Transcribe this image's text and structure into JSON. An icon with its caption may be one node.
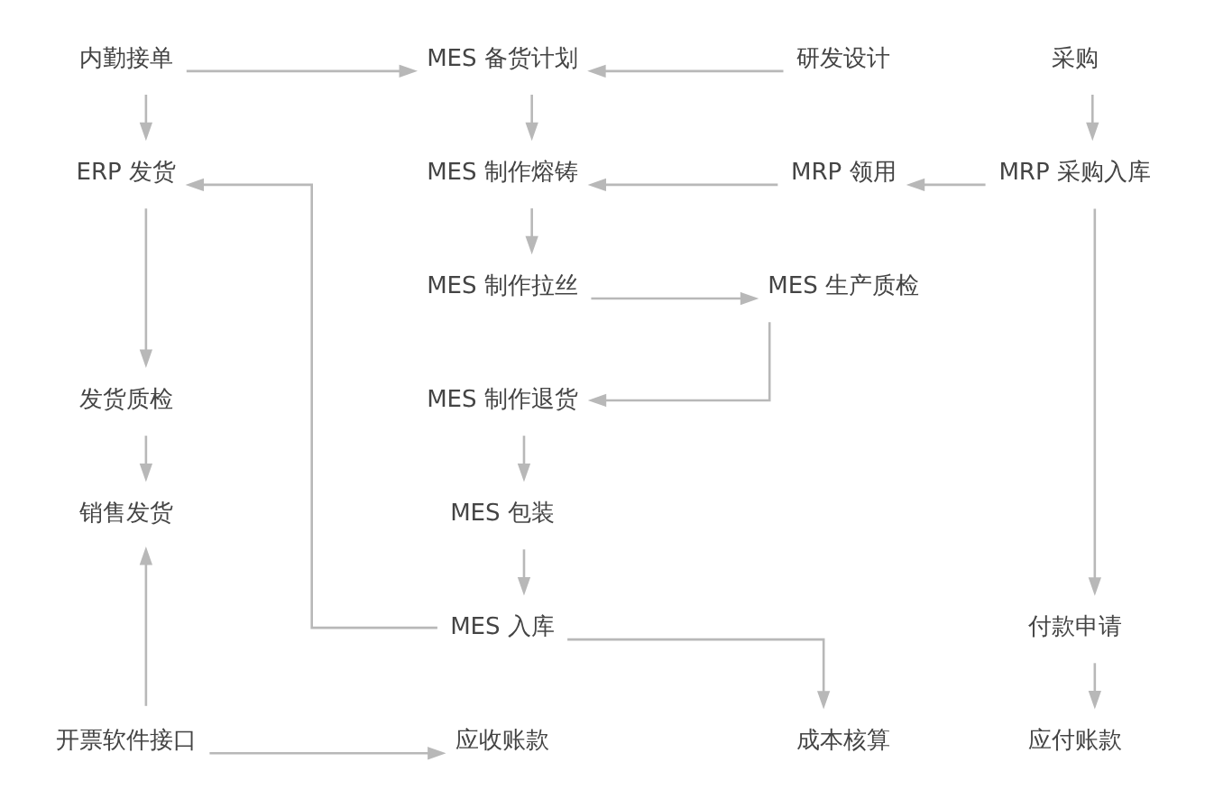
{
  "diagram": {
    "nodes": [
      {
        "text": [
          "内勤接单"
        ]
      },
      {
        "text": [
          "MES 备货计划"
        ]
      },
      {
        "text": [
          "研发设计"
        ]
      },
      {
        "text": [
          "采购"
        ]
      },
      {
        "text": [
          "MES 制作熔铸"
        ]
      },
      {
        "text": [
          "MRP 领用"
        ]
      },
      {
        "text": [
          "MRP 采购入库"
        ]
      },
      {
        "text": [
          "ERP 发货"
        ]
      },
      {
        "text": [
          "MES 制作拉丝"
        ]
      },
      {
        "text": [
          "MES 生产质检"
        ]
      },
      {
        "text": [
          "发货质检"
        ]
      },
      {
        "text": [
          "MES 制作退货"
        ]
      },
      {
        "text": [
          "销售发货"
        ]
      },
      {
        "text": [
          "MES 包装"
        ]
      },
      {
        "text": [
          "MES 入库"
        ]
      },
      {
        "text": [
          "付款申请"
        ]
      },
      {
        "text": [
          "开票软件接口"
        ]
      },
      {
        "text": [
          "应收账款"
        ]
      },
      {
        "text": [
          "成本核算"
        ]
      },
      {
        "text": [
          "应付账款"
        ]
      }
    ],
    "edges": [
      {
        "from": 0,
        "to": 1,
        "arrow": "to"
      },
      {
        "from": 2,
        "to": 1,
        "arrow": "to"
      },
      {
        "from": 0,
        "to": 7,
        "arrow": "to"
      },
      {
        "from": 1,
        "to": 4,
        "arrow": "to"
      },
      {
        "from": 3,
        "to": 6,
        "arrow": "to"
      },
      {
        "from": 6,
        "to": 5,
        "arrow": "to"
      },
      {
        "from": 5,
        "to": 4,
        "arrow": "to"
      },
      {
        "from": 4,
        "to": 8,
        "arrow": "to"
      },
      {
        "from": 8,
        "to": 9,
        "arrow": "to"
      },
      {
        "from": 9,
        "to": 11,
        "arrow": "to"
      },
      {
        "from": 7,
        "to": 10,
        "arrow": "to"
      },
      {
        "from": 10,
        "to": 12,
        "arrow": "to"
      },
      {
        "from": 11,
        "to": 13,
        "arrow": "to"
      },
      {
        "from": 13,
        "to": 14,
        "arrow": "to"
      },
      {
        "from": 14,
        "to": 7,
        "arrow": "to"
      },
      {
        "from": 14,
        "to": 18,
        "arrow": "to"
      },
      {
        "from": 16,
        "to": 12,
        "arrow": "to"
      },
      {
        "from": 16,
        "to": 17,
        "arrow": "to"
      },
      {
        "from": 6,
        "to": 15,
        "arrow": "to"
      },
      {
        "from": 15,
        "to": 19,
        "arrow": "to"
      }
    ]
  }
}
